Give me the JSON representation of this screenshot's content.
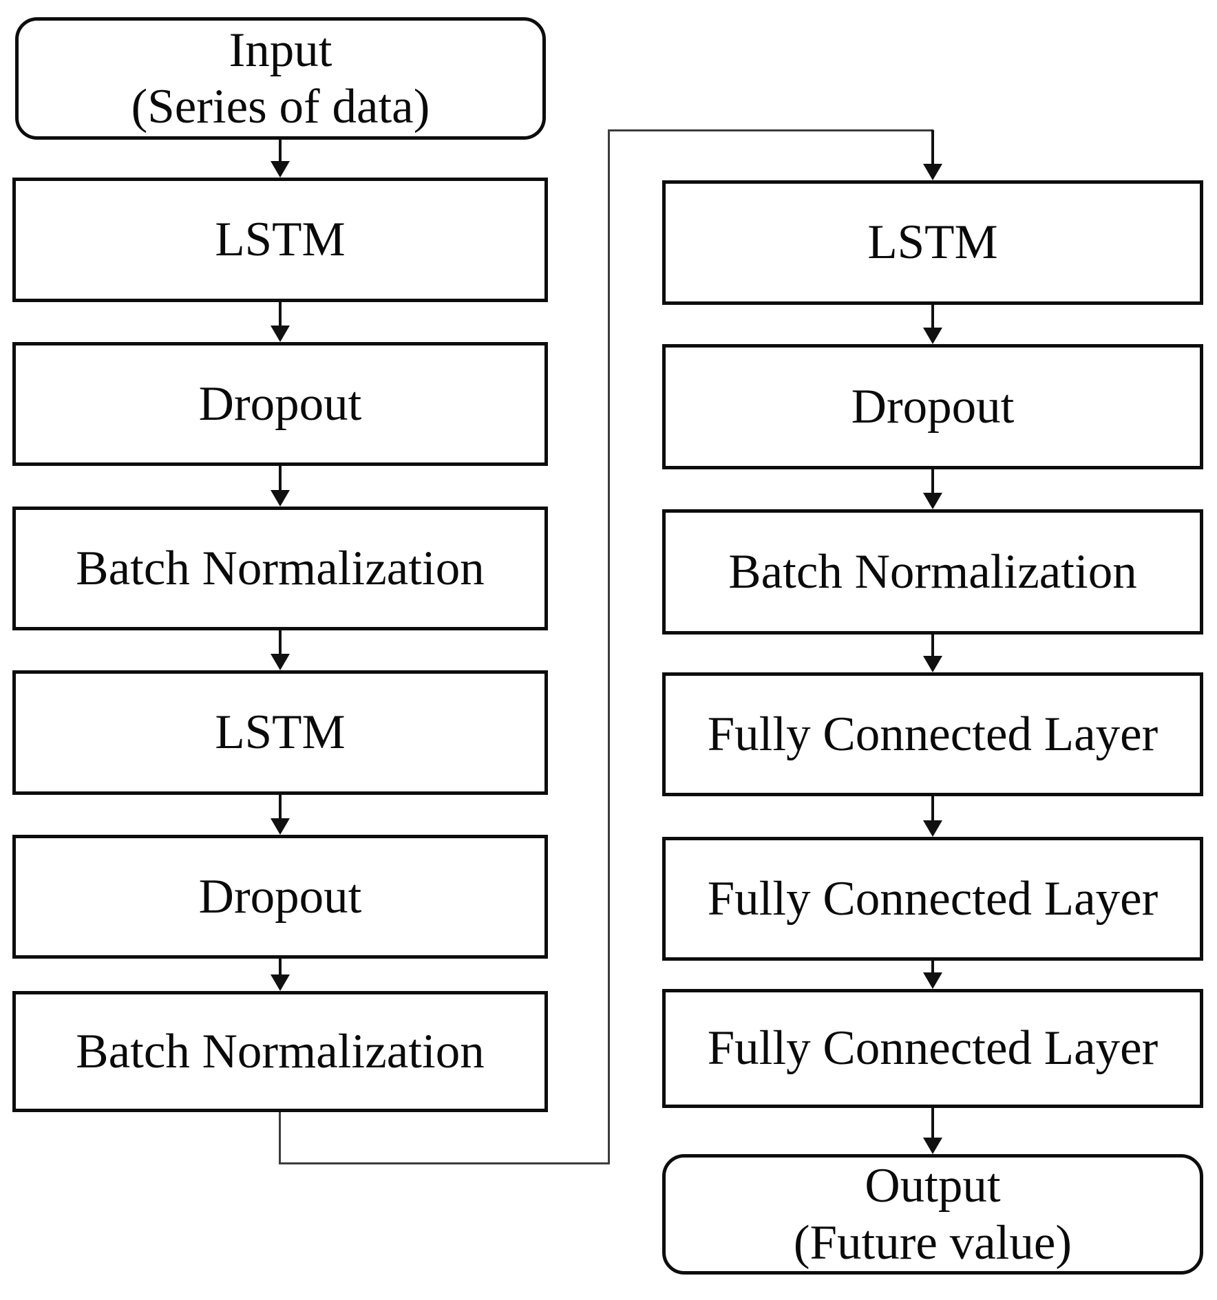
{
  "diagram": {
    "kind": "flowchart",
    "subject": "LSTM model architecture",
    "colors": {
      "background": "#ffffff",
      "box_border": "#0d0d0d",
      "text": "#0a0a0a",
      "connector_line": "#3c3c3c"
    },
    "icons": {
      "arrow_down": "▼"
    },
    "left_column": {
      "input": {
        "line1": "Input",
        "line2": "(Series of data)"
      },
      "nodes": [
        "LSTM",
        "Dropout",
        "Batch Normalization",
        "LSTM",
        "Dropout",
        "Batch Normalization"
      ]
    },
    "right_column": {
      "nodes": [
        "LSTM",
        "Dropout",
        "Batch Normalization",
        "Fully Connected Layer",
        "Fully Connected Layer",
        "Fully Connected Layer"
      ],
      "output": {
        "line1": "Output",
        "line2": "(Future value)"
      }
    }
  }
}
